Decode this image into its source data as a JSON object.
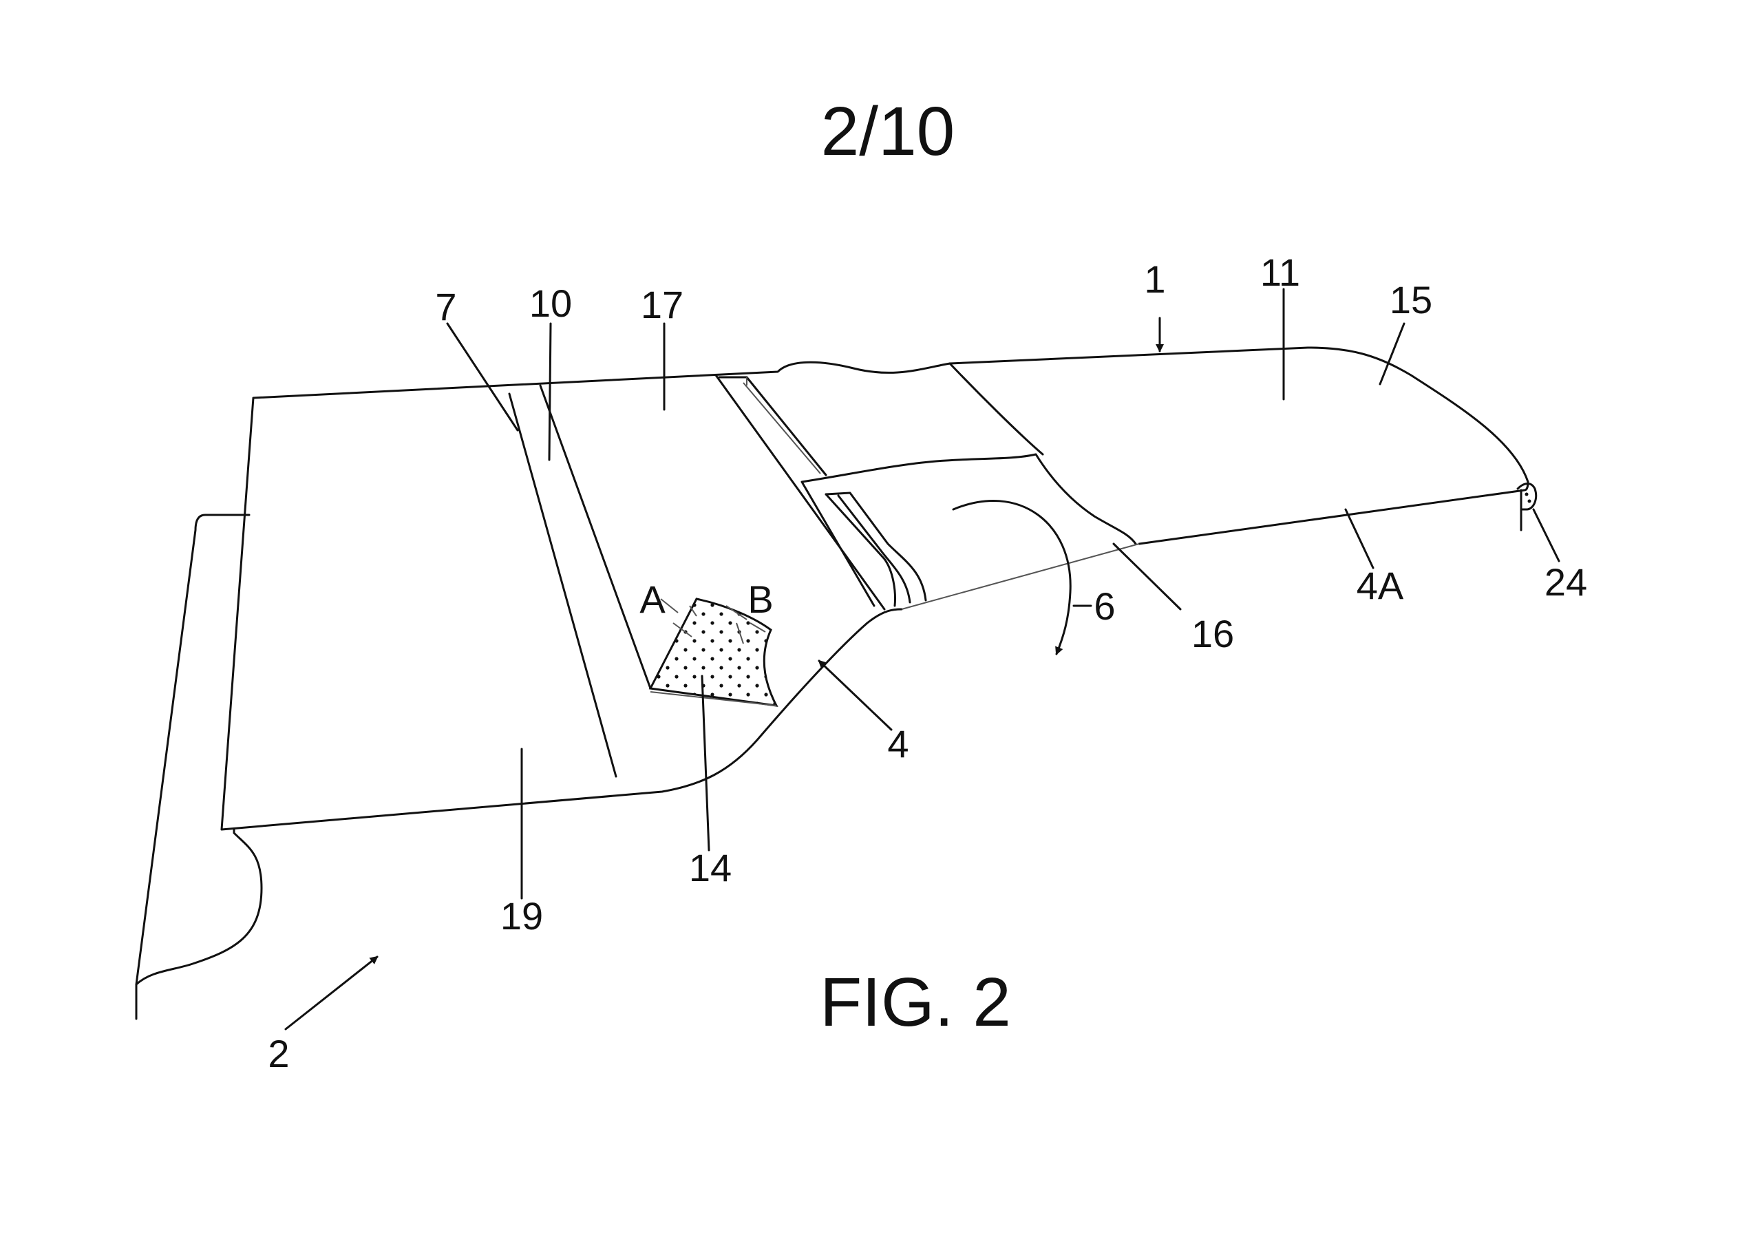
{
  "sheet": {
    "page_number": "2/10",
    "figure_title": "FIG. 2"
  },
  "labels": {
    "ref_1": "1",
    "ref_2": "2",
    "ref_4": "4",
    "ref_4A": "4A",
    "ref_6": "6",
    "ref_7": "7",
    "ref_10": "10",
    "ref_11": "11",
    "ref_14": "14",
    "ref_15": "15",
    "ref_16": "16",
    "ref_17": "17",
    "ref_19": "19",
    "ref_24": "24",
    "ref_A": "A",
    "ref_B": "B"
  }
}
